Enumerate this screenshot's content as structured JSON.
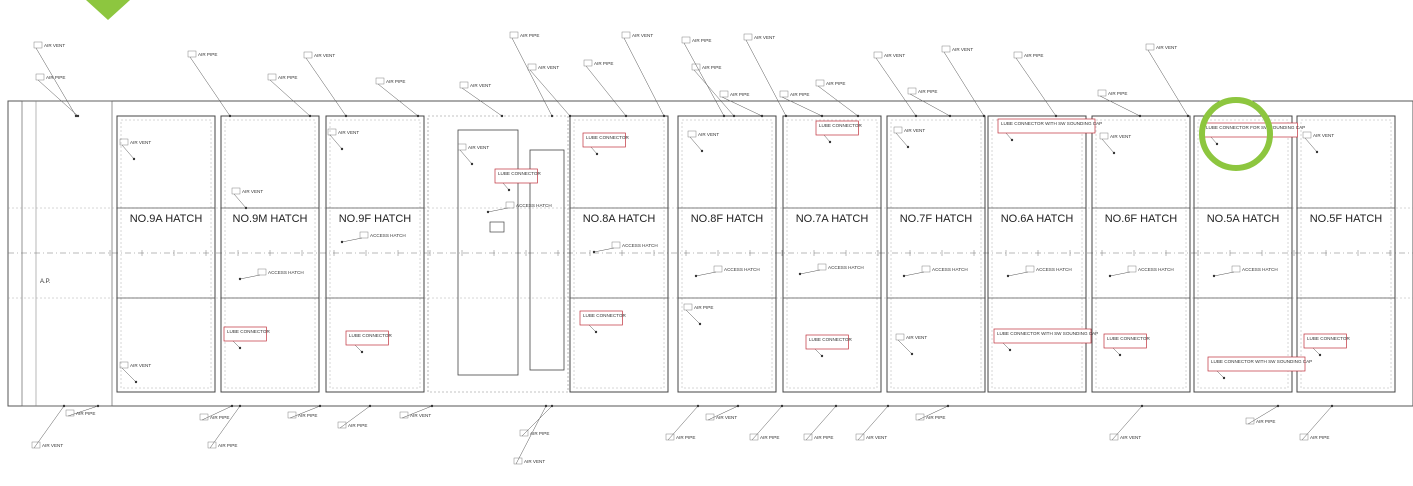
{
  "drawing": {
    "aft_label": "A.P.",
    "accent_colors": {
      "highlight_circle": "#8dc63f",
      "corner_marker": "#8dc63f",
      "red_box": "#c0303b",
      "line": "#3a3a3a"
    },
    "hatches": [
      {
        "label": "NO.9A HATCH"
      },
      {
        "label": "NO.9M HATCH"
      },
      {
        "label": "NO.9F HATCH"
      },
      {
        "label": ""
      },
      {
        "label": "NO.8A HATCH"
      },
      {
        "label": "NO.8F HATCH"
      },
      {
        "label": "NO.7A HATCH"
      },
      {
        "label": "NO.7F HATCH"
      },
      {
        "label": "NO.6A HATCH"
      },
      {
        "label": "NO.6F HATCH"
      },
      {
        "label": "NO.5A HATCH"
      },
      {
        "label": "NO.5F HATCH"
      }
    ],
    "callouts_top": [
      "AIR VENT",
      "AIR PIPE",
      "AIR PIPE",
      "AIR PIPE",
      "AIR VENT",
      "AIR PIPE",
      "AIR VENT",
      "AIR PIPE",
      "AIR VENT",
      "AIR PIPE",
      "AIR VENT",
      "AIR PIPE",
      "AIR PIPE",
      "AIR VENT",
      "AIR PIPE",
      "AIR PIPE",
      "AIR VENT",
      "AIR PIPE",
      "AIR PIPE",
      "AIR VENT",
      "AIR PIPE",
      "AIR PIPE",
      "AIR VENT"
    ],
    "callouts_inner": [
      "AIR VENT",
      "AIR VENT",
      "AIR VENT",
      "AIR VENT",
      "LUBE CONNECTOR",
      "LUBE CONNECTOR",
      "AIR VENT",
      "LUBE CONNECTOR",
      "AIR VENT",
      "LUBE CONNECTOR WITH SW SOUNDING CAP",
      "AIR VENT",
      "LUBE CONNECTOR FOR SW SOUNDING CAP",
      "AIR VENT"
    ],
    "callouts_mid": [
      "ACCESS HATCH",
      "ACCESS HATCH",
      "ACCESS HATCH",
      "ACCESS HATCH",
      "ACCESS HATCH",
      "ACCESS HATCH",
      "ACCESS HATCH",
      "ACCESS HATCH",
      "ACCESS HATCH",
      "ACCESS HATCH"
    ],
    "callouts_lower": [
      "LUBE CONNECTOR",
      "LUBE CONNECTOR",
      "AIR VENT",
      "LUBE CONNECTOR",
      "AIR PIPE",
      "LUBE CONNECTOR",
      "AIR VENT",
      "LUBE CONNECTOR WITH SW SOUNDING CAP",
      "LUBE CONNECTOR",
      "LUBE CONNECTOR WITH SW SOUNDING CAP",
      "LUBE CONNECTOR"
    ],
    "callouts_bottom": [
      "AIR PIPE",
      "AIR VENT",
      "AIR PIPE",
      "AIR PIPE",
      "AIR PIPE",
      "AIR PIPE",
      "AIR VENT",
      "AIR PIPE",
      "AIR VENT",
      "AIR PIPE",
      "AIR VENT",
      "AIR PIPE",
      "AIR PIPE",
      "AIR VENT",
      "AIR PIPE",
      "AIR VENT",
      "AIR PIPE",
      "AIR PIPE"
    ]
  }
}
